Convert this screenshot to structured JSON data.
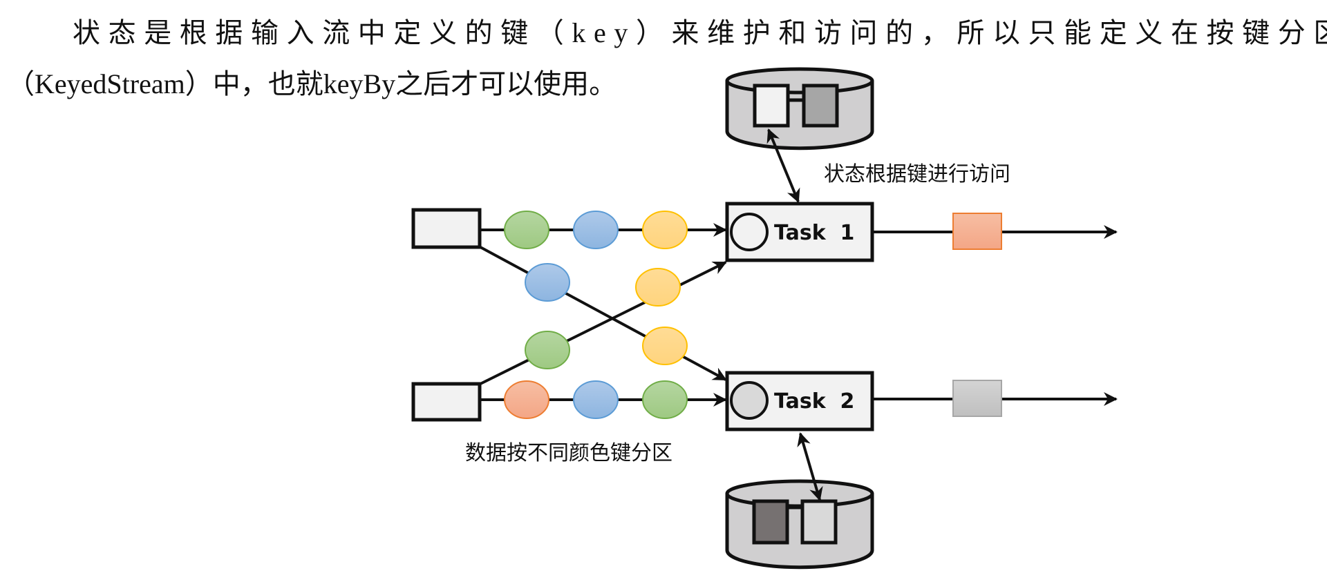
{
  "paragraph": {
    "line1": "状态是根据输入流中定义的键（key）来维护和访问的，所以只能定义在按键分区流",
    "line2": "（KeyedStream）中，也就keyBy之后才可以使用。"
  },
  "diagram": {
    "tasks": [
      {
        "label": "Task  1",
        "state_circle_color": "#f2f2f2"
      },
      {
        "label": "Task  2",
        "state_circle_color": "#d9d9d9"
      }
    ],
    "caption_state_access": "状态根据键进行访问",
    "caption_partition": "数据按不同颜色键分区",
    "colors": {
      "green": {
        "fill": "#a9d08e",
        "stroke": "#70ad47"
      },
      "blue": {
        "fill": "#9dc3e6",
        "stroke": "#5b9bd5"
      },
      "yellow": {
        "fill": "#ffd98a",
        "stroke": "#ffc000"
      },
      "orange": {
        "fill": "#f4b090",
        "stroke": "#ed7d31"
      },
      "gray": {
        "fill": "#c8c8c8",
        "stroke": "#a6a6a6"
      }
    },
    "stream1_events": [
      "green",
      "blue",
      "yellow"
    ],
    "stream1_cross_events": [
      "blue",
      "yellow"
    ],
    "stream2_cross_events": [
      "green",
      "yellow"
    ],
    "stream2_events": [
      "orange",
      "blue",
      "green"
    ],
    "output1_color": "orange",
    "output2_color": "gray",
    "state_store_1": {
      "keys": [
        "#f2f2f2",
        "#a6a6a6"
      ]
    },
    "state_store_2": {
      "keys": [
        "#767171",
        "#d9d9d9"
      ]
    }
  }
}
